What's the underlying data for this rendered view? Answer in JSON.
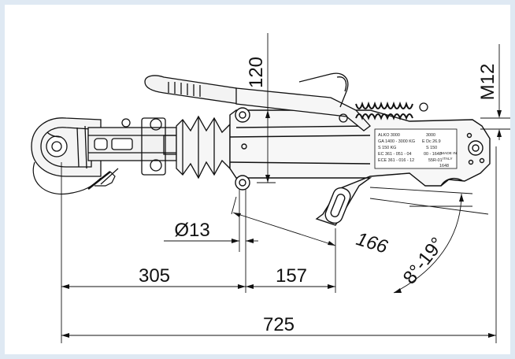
{
  "dimensions": {
    "height_120": "120",
    "thread_m12": "M12",
    "hole_d13": "Ø13",
    "stroke_166": "166",
    "angle": "8°-19°",
    "len_305": "305",
    "len_157": "157",
    "overall_725": "725"
  },
  "plate": {
    "line1": "ALKO 3000",
    "line2": "GA 1400 - 3000 KG",
    "line3": "S 150 KG",
    "line4": "EC 361 - 051 - 04",
    "line5": "ECE 361 - 016 - 12",
    "r1": "3000",
    "r2": "E  Dc 26.9",
    "r3": "S 150",
    "r4": "00 - 1648",
    "r5": "55R-01",
    "r6": "1648",
    "made_in": "MADE IN",
    "country": "ITALY"
  },
  "colors": {
    "background": "#dfe9f3",
    "panel": "#ffffff",
    "ink": "#111111"
  }
}
